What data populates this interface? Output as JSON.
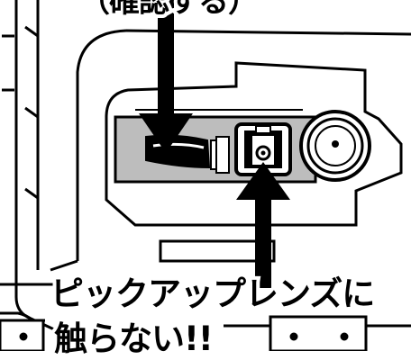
{
  "captions": {
    "top_partial": "（確認する）",
    "instruction_line1": "ピックアップレンズに",
    "instruction_line2": "触らない!!"
  },
  "colors": {
    "line": "#000000",
    "background": "#ffffff",
    "tray_shade": "#bdbdbd"
  }
}
